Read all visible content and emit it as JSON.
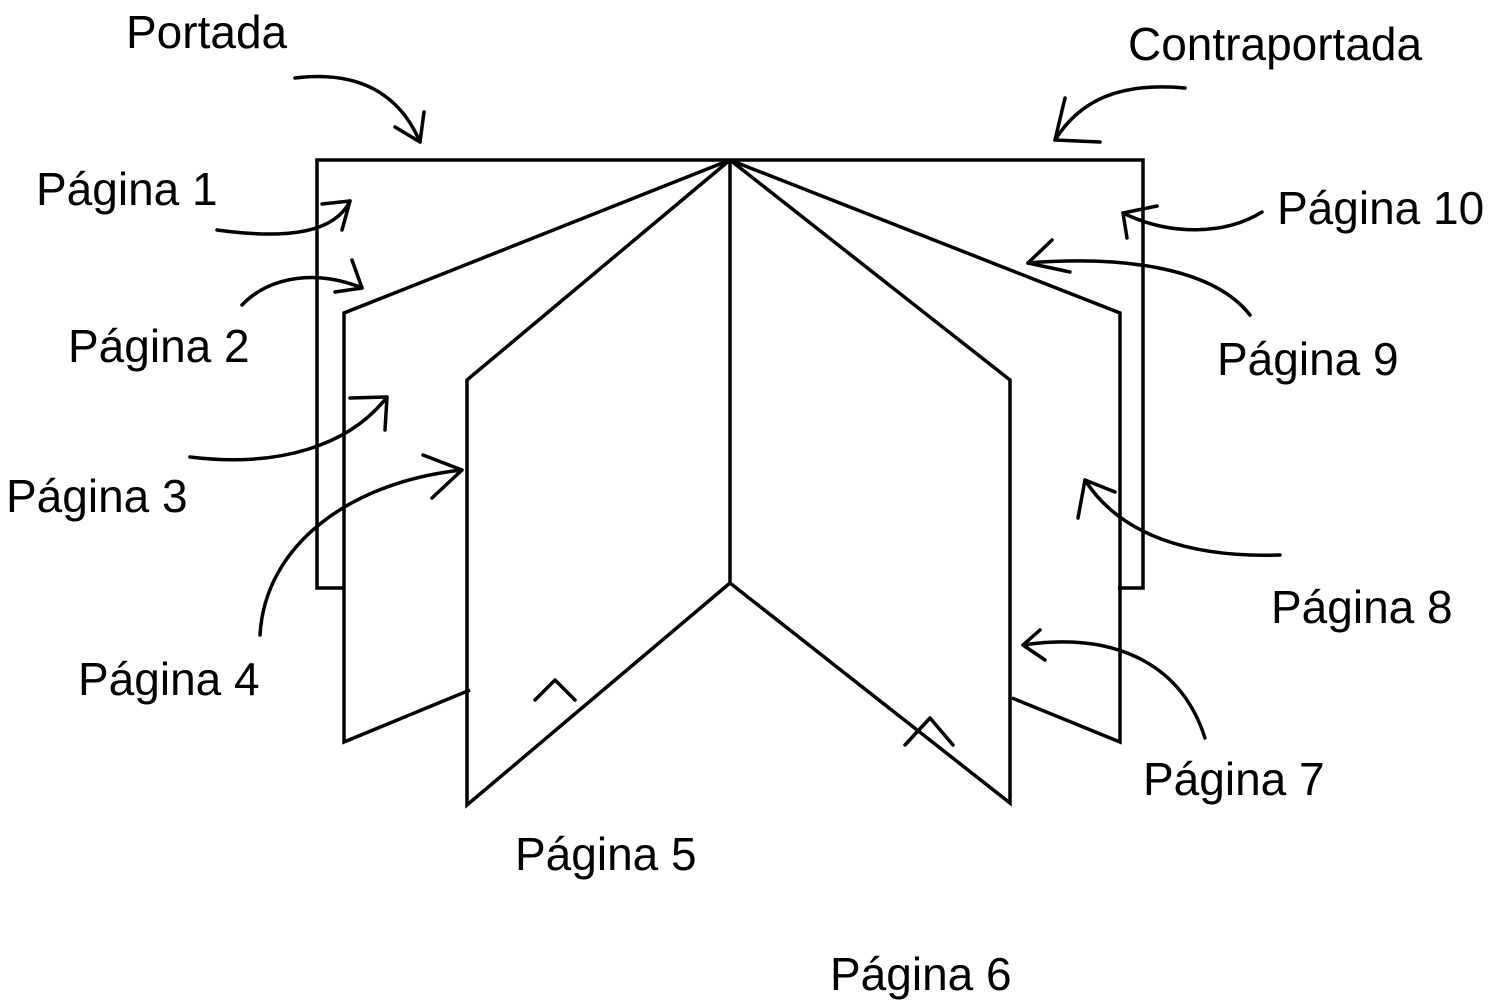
{
  "labels": {
    "portada": "Portada",
    "contraportada": "Contraportada",
    "pagina_1": "Página 1",
    "pagina_2": "Página 2",
    "pagina_3": "Página 3",
    "pagina_4": "Página 4",
    "pagina_5": "Página 5",
    "pagina_6": "Página 6",
    "pagina_7": "Página 7",
    "pagina_8": "Página 8",
    "pagina_9": "Página 9",
    "pagina_10": "Página 10"
  },
  "colors": {
    "stroke": "#000000",
    "background": "#ffffff"
  }
}
